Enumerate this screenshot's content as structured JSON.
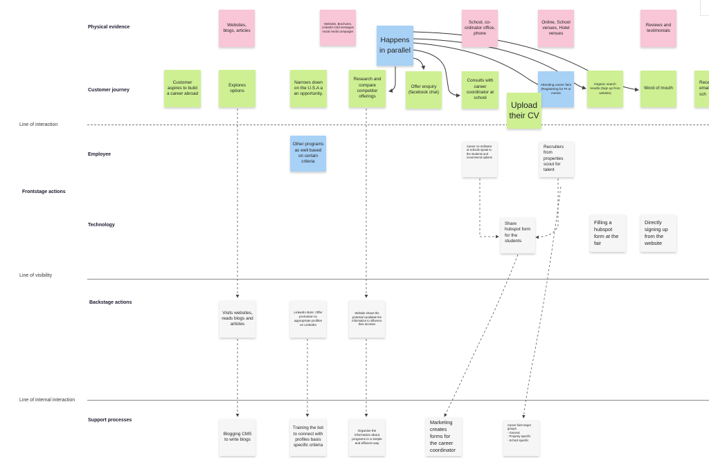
{
  "rows": {
    "physical_evidence": "Physical evidence",
    "customer_journey": "Customer journey",
    "employee": "Employee",
    "frontstage": "Frontstage actions",
    "technology": "Technology",
    "backstage": "Backstage actions",
    "support": "Support processes"
  },
  "lines": {
    "interaction": "Line of interaction",
    "visibility": "Line of visibility",
    "internal": "Line of internal interaction"
  },
  "physical_evidence": {
    "websites_blogs": "Websites, blogs, articles",
    "websites_brochures": "Websites, Brochures, LinkedIn Cold messages social media campaigns",
    "school_office": "School, co-ordinator office, phone",
    "online_venues": "Online, School venues, Hotel venues",
    "reviews": "Reviews and testimonials"
  },
  "customer_journey": {
    "aspires": "Customer aspires to build a career abroad",
    "explores": "Explores options",
    "narrows": "Narrows down on the U.S.A a an opportunity.",
    "research": "Research and compare competitor offerings",
    "offer_enquiry": "Offer enquiry (facebook chat)",
    "consults": "Consults with career coordinator at school",
    "attending_fairs": "Attending career fairs (Registering for PI or events",
    "organic_search": "Organic search results (Sign up from website)",
    "word_of_mouth": "Word of mouth",
    "receives_email": "Rece email to sch"
  },
  "callouts": {
    "happens_in_parallel": "Happens in parallel",
    "upload_cv": "Upload their CV"
  },
  "employee": {
    "other_programs": "Other programs as well based on certain criteria",
    "career_coordinator": "Career co-ordinator at schools speak to the students and recommend options",
    "recruiters": "Recruiters from properties scout for talent"
  },
  "technology": {
    "share_hubspot": "Share hubspot form for the students",
    "filling_hubspot": "Filling a hubspot form at the fair",
    "directly_signing": "Directly signing up from the website"
  },
  "backstage": {
    "visits_websites": "Visits websites, reads blogs and articles",
    "linkedin_bots": "LinkedIn Bots: Offer promotion to appropriate profiles on LinkedIn",
    "website_shows": "Website shows the potential candidate the information to influence their decision"
  },
  "support": {
    "blogging_cms": "Blogging CMS to write blogs",
    "training_bot": "Training the bot to connect with profiles basis specific criteria",
    "organise_info": "Organise the information about programs in a simple and efficient way",
    "marketing_forms": "Marketing creates forms for the career coordinator",
    "career_fairs_title": "Career fairs target groups",
    "career_fairs_items": [
      "- General",
      "- Property specific",
      "- School specific"
    ]
  },
  "colors": {
    "pink": "#f8c6d6",
    "green": "#cef093",
    "blue": "#a8d1f6",
    "grey": "#f6f6f6"
  }
}
